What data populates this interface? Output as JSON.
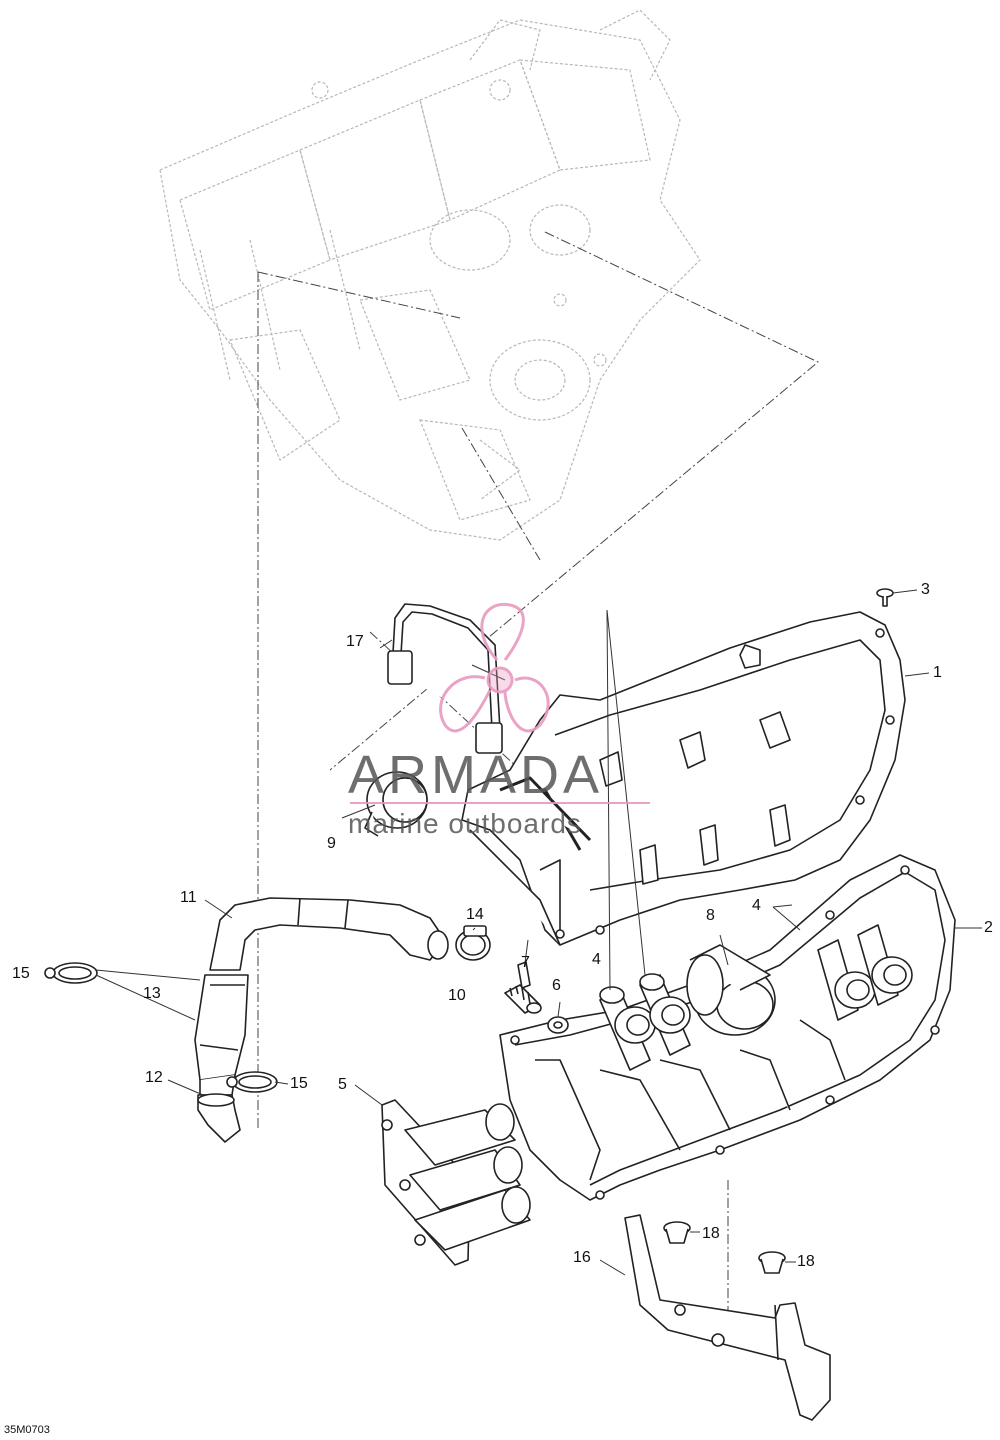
{
  "diagram": {
    "reference_code": "35M0703",
    "callouts": {
      "c1": "1",
      "c2": "2",
      "c3": "3",
      "c4a": "4",
      "c4b": "4",
      "c5": "5",
      "c6": "6",
      "c7": "7",
      "c8": "8",
      "c9": "9",
      "c10": "10",
      "c11": "11",
      "c12": "12",
      "c13": "13",
      "c14": "14",
      "c15a": "15",
      "c15b": "15",
      "c16": "16",
      "c17": "17",
      "c18a": "18",
      "c18b": "18"
    }
  },
  "watermark": {
    "brand": "ARMADA",
    "tagline": "marine outboards",
    "brand_color": "#555555",
    "accent_color": "#e89ac0"
  },
  "colors": {
    "line": "#222222",
    "ghost_line": "#b8b8b8",
    "leader": "#333333"
  }
}
